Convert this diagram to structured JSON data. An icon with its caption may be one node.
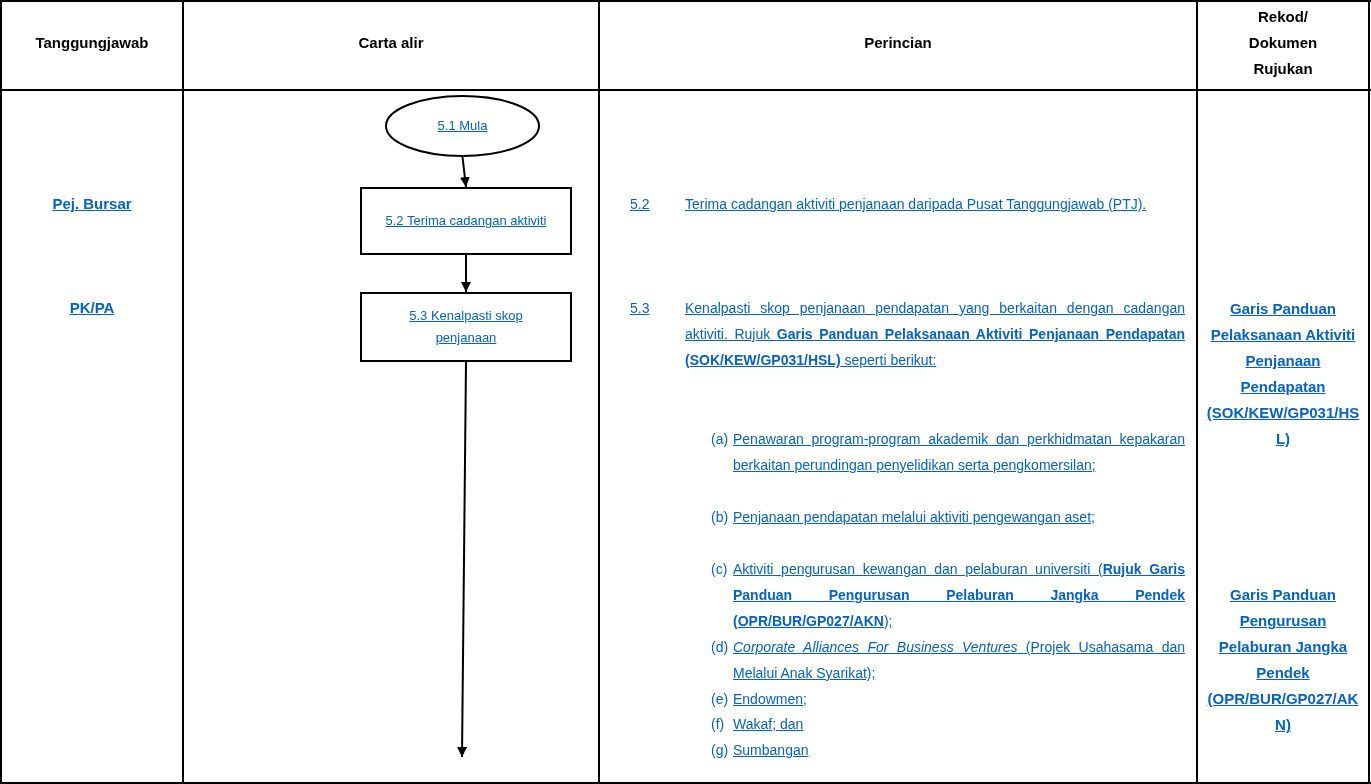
{
  "diagram": {
    "nodes": [
      {
        "text": [
          "5.1 Mula"
        ]
      },
      {
        "text": [
          "5.2  Terima cadangan aktiviti"
        ]
      },
      {
        "text": [
          "5.3  Kenalpasti skop penjanaan"
        ]
      }
    ],
    "edges": [
      {
        "from": 0,
        "to": 1,
        "arrow": "to"
      },
      {
        "from": 1,
        "to": 2,
        "arrow": "to"
      },
      {
        "from": 2,
        "to": null,
        "arrow": "to"
      }
    ],
    "labels": [
      "Tanggungjawab",
      "Carta alir",
      "Perincian",
      "Rekod/ Dokumen Rujukan",
      "Pej. Bursar",
      "PK/PA",
      "5.2",
      "Terima cadangan aktiviti penjanaan daripada Pusat Tanggungjawab (PTJ).",
      "5.3",
      "Kenalpasti skop penjanaan pendapatan yang berkaitan dengan cadangan aktiviti. Rujuk **Garis Panduan Pelaksanaan Aktiviti Penjanaan Pendapatan (SOK/KEW/GP031/HSL)** seperti berikut:",
      "(a)",
      "Penawaran program-program akademik dan perkhidmatan kepakaran berkaitan perundingan penyelidikan serta pengkomersilan;",
      "(b)",
      "Penjanaan pendapatan melalui aktiviti pengewangan aset;",
      "(c)",
      "Aktiviti pengurusan kewangan dan pelaburan universiti (**Rujuk Garis Panduan Pengurusan Pelaburan Jangka Pendek (OPR/BUR/GP027/AKN**);",
      "(d)",
      "*Corporate Alliances For Business Ventures* (Projek Usahasama dan Melalui Anak Syarikat);",
      "(e)",
      "Endowmen;",
      "(f)",
      "Wakaf; dan",
      "(g)",
      "Sumbangan",
      "Garis Panduan Pelaksanaan Aktiviti Penjanaan Pendapatan (SOK/KEW/GP031/HSL)",
      "Garis Panduan Pengurusan Pelaburan Jangka Pendek (OPR/BUR/GP027/AKN)"
    ]
  }
}
